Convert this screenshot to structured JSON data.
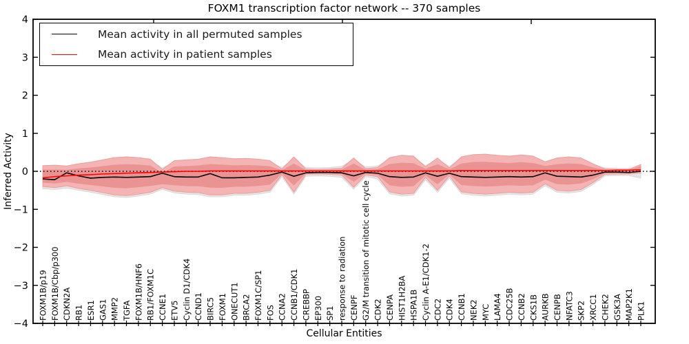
{
  "figure": {
    "title": "FOXM1 transcription factor network -- 370 samples",
    "background": "#ffffff"
  },
  "legend": {
    "position": "upper left",
    "items": [
      {
        "label": "Mean activity in all permuted samples",
        "color": "#000000"
      },
      {
        "label": "Mean activity in patient samples",
        "color": "#ff0000"
      }
    ]
  },
  "chart_data": {
    "type": "line",
    "title": "FOXM1 transcription factor network -- 370 samples",
    "xlabel": "Cellular Entities",
    "ylabel": "Inferred Activity",
    "ylim": [
      -4,
      4
    ],
    "yticks": [
      -4,
      -3,
      -2,
      -1,
      0,
      1,
      2,
      3,
      4
    ],
    "grid": false,
    "legend_position": "upper left",
    "zero_line": {
      "y": 0,
      "style": "dotted",
      "color": "#000000"
    },
    "categories": [
      "FOXM1B/p19",
      "FOXM1B/Cbp/p300",
      "CDKN2A",
      "RB1",
      "ESR1",
      "GAS1",
      "MMP2",
      "TGFA",
      "FOXM1B/HNF6",
      "RB1/FOXM1C",
      "CCNE1",
      "ETV5",
      "Cyclin D1/CDK4",
      "CCND1",
      "BIRC5",
      "FOXM1",
      "ONECUT1",
      "BRCA2",
      "FOXM1C/SP1",
      "FOS",
      "CCNA2",
      "CCNB1/CDK1",
      "CREBBP",
      "EP300",
      "SP1",
      "response to radiation",
      "CENPF",
      "G2/M transition of mitotic cell cycle",
      "CDK2",
      "CENPA",
      "HIST1H2BA",
      "HSPA1B",
      "Cyclin A-E1/CDK1-2",
      "CDC2",
      "CDK4",
      "CCNB1",
      "NEK2",
      "MYC",
      "LAMA4",
      "CDC25B",
      "CCNB2",
      "CKS1B",
      "AURKB",
      "CENPB",
      "NFATC3",
      "SKP2",
      "XRCC1",
      "CHEK2",
      "GSK3A",
      "MAP2K1",
      "PLK1"
    ],
    "series": [
      {
        "name": "Mean activity in all permuted samples",
        "color": "#000000",
        "values": [
          -0.2,
          -0.22,
          -0.04,
          -0.12,
          -0.18,
          -0.16,
          -0.15,
          -0.16,
          -0.15,
          -0.14,
          -0.05,
          -0.14,
          -0.15,
          -0.15,
          -0.06,
          -0.17,
          -0.17,
          -0.16,
          -0.15,
          -0.1,
          -0.02,
          -0.13,
          -0.04,
          -0.03,
          -0.03,
          -0.04,
          -0.12,
          -0.03,
          -0.05,
          -0.14,
          -0.16,
          -0.15,
          -0.04,
          -0.13,
          -0.05,
          -0.14,
          -0.15,
          -0.16,
          -0.15,
          -0.14,
          -0.15,
          -0.14,
          -0.04,
          -0.13,
          -0.14,
          -0.15,
          -0.1,
          -0.02,
          -0.02,
          -0.03,
          0.0
        ]
      },
      {
        "name": "Mean activity in patient samples",
        "color": "#ff0000",
        "values": [
          -0.17,
          -0.14,
          -0.12,
          -0.1,
          -0.09,
          -0.07,
          -0.06,
          -0.05,
          -0.04,
          -0.03,
          -0.02,
          -0.01,
          0.0,
          0.0,
          0.01,
          0.01,
          0.01,
          0.01,
          0.01,
          0.01,
          0.01,
          0.01,
          0.01,
          0.01,
          0.01,
          0.01,
          0.01,
          0.01,
          0.01,
          0.01,
          0.01,
          0.01,
          0.01,
          0.01,
          0.01,
          0.02,
          0.02,
          0.02,
          0.02,
          0.02,
          0.02,
          0.02,
          0.02,
          0.02,
          0.02,
          0.02,
          0.02,
          0.02,
          0.03,
          0.03,
          0.04
        ]
      }
    ],
    "bands": [
      {
        "name": "permuted samples range",
        "fill": "#e6e6e6",
        "edge": "#d9d9d9",
        "top": [
          0.11,
          0.12,
          0.1,
          0.16,
          0.2,
          0.26,
          0.32,
          0.34,
          0.32,
          0.28,
          0.09,
          0.24,
          0.26,
          0.28,
          0.34,
          0.32,
          0.29,
          0.3,
          0.28,
          0.24,
          0.1,
          0.34,
          0.1,
          0.09,
          0.1,
          0.13,
          0.31,
          0.11,
          0.14,
          0.32,
          0.38,
          0.36,
          0.15,
          0.31,
          0.13,
          0.34,
          0.4,
          0.41,
          0.38,
          0.36,
          0.39,
          0.36,
          0.21,
          0.31,
          0.34,
          0.31,
          0.17,
          0.09,
          0.08,
          0.08,
          0.05
        ],
        "bottom": [
          -0.46,
          -0.48,
          -0.44,
          -0.5,
          -0.55,
          -0.61,
          -0.67,
          -0.69,
          -0.65,
          -0.6,
          -0.47,
          -0.57,
          -0.6,
          -0.61,
          -0.67,
          -0.67,
          -0.63,
          -0.63,
          -0.6,
          -0.55,
          -0.14,
          -0.6,
          -0.13,
          -0.12,
          -0.13,
          -0.16,
          -0.47,
          -0.14,
          -0.2,
          -0.59,
          -0.65,
          -0.63,
          -0.22,
          -0.55,
          -0.18,
          -0.59,
          -0.63,
          -0.65,
          -0.63,
          -0.6,
          -0.62,
          -0.6,
          -0.38,
          -0.55,
          -0.57,
          -0.53,
          -0.35,
          -0.12,
          -0.11,
          -0.11,
          -0.18
        ]
      },
      {
        "name": "patient samples range",
        "fill": "#f5b4b4",
        "edge": "#ec9c9c",
        "top": [
          0.15,
          0.16,
          0.14,
          0.2,
          0.24,
          0.3,
          0.36,
          0.38,
          0.36,
          0.32,
          0.05,
          0.28,
          0.3,
          0.32,
          0.38,
          0.36,
          0.33,
          0.34,
          0.32,
          0.28,
          0.06,
          0.38,
          0.06,
          0.05,
          0.06,
          0.08,
          0.35,
          0.07,
          0.1,
          0.36,
          0.42,
          0.4,
          0.12,
          0.35,
          0.09,
          0.38,
          0.44,
          0.45,
          0.42,
          0.4,
          0.43,
          0.4,
          0.25,
          0.35,
          0.38,
          0.35,
          0.2,
          0.06,
          0.05,
          0.05,
          0.18
        ],
        "bottom": [
          -0.4,
          -0.43,
          -0.38,
          -0.45,
          -0.5,
          -0.56,
          -0.62,
          -0.64,
          -0.6,
          -0.55,
          -0.43,
          -0.52,
          -0.55,
          -0.56,
          -0.62,
          -0.62,
          -0.58,
          -0.58,
          -0.55,
          -0.5,
          -0.09,
          -0.55,
          -0.08,
          -0.07,
          -0.08,
          -0.1,
          -0.42,
          -0.09,
          -0.14,
          -0.54,
          -0.6,
          -0.58,
          -0.16,
          -0.5,
          -0.12,
          -0.54,
          -0.58,
          -0.6,
          -0.58,
          -0.55,
          -0.57,
          -0.55,
          -0.33,
          -0.5,
          -0.52,
          -0.48,
          -0.3,
          -0.08,
          -0.07,
          -0.07,
          -0.04
        ]
      },
      {
        "name": "patient samples inner range",
        "fill": "#ea9393",
        "derived_from": "patient samples range",
        "scale": 0.62
      }
    ]
  }
}
